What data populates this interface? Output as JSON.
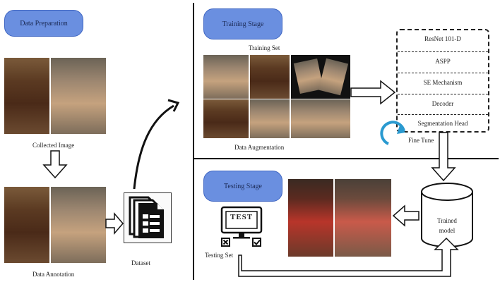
{
  "sections": {
    "prep": "Data Preparation",
    "training": "Training Stage",
    "testing": "Testing Stage"
  },
  "labels": {
    "collected": "Collected Image",
    "annotation": "Data Annotation",
    "dataset": "Dataset",
    "training_set": "Training Set",
    "augmentation": "Data Augmentation",
    "fine_tune": "Fine Tune",
    "testing_set": "Testing Set",
    "trained_model": "Trained\nmodel",
    "test_screen": "TEST"
  },
  "model_layers": [
    "ResNet 101-D",
    "ASPP",
    "SE Mechanism",
    "Decoder",
    "Segmentation Head"
  ],
  "colors": {
    "pill": "#6a8fe0",
    "fine_tune_arrow": "#2a9ad0"
  }
}
